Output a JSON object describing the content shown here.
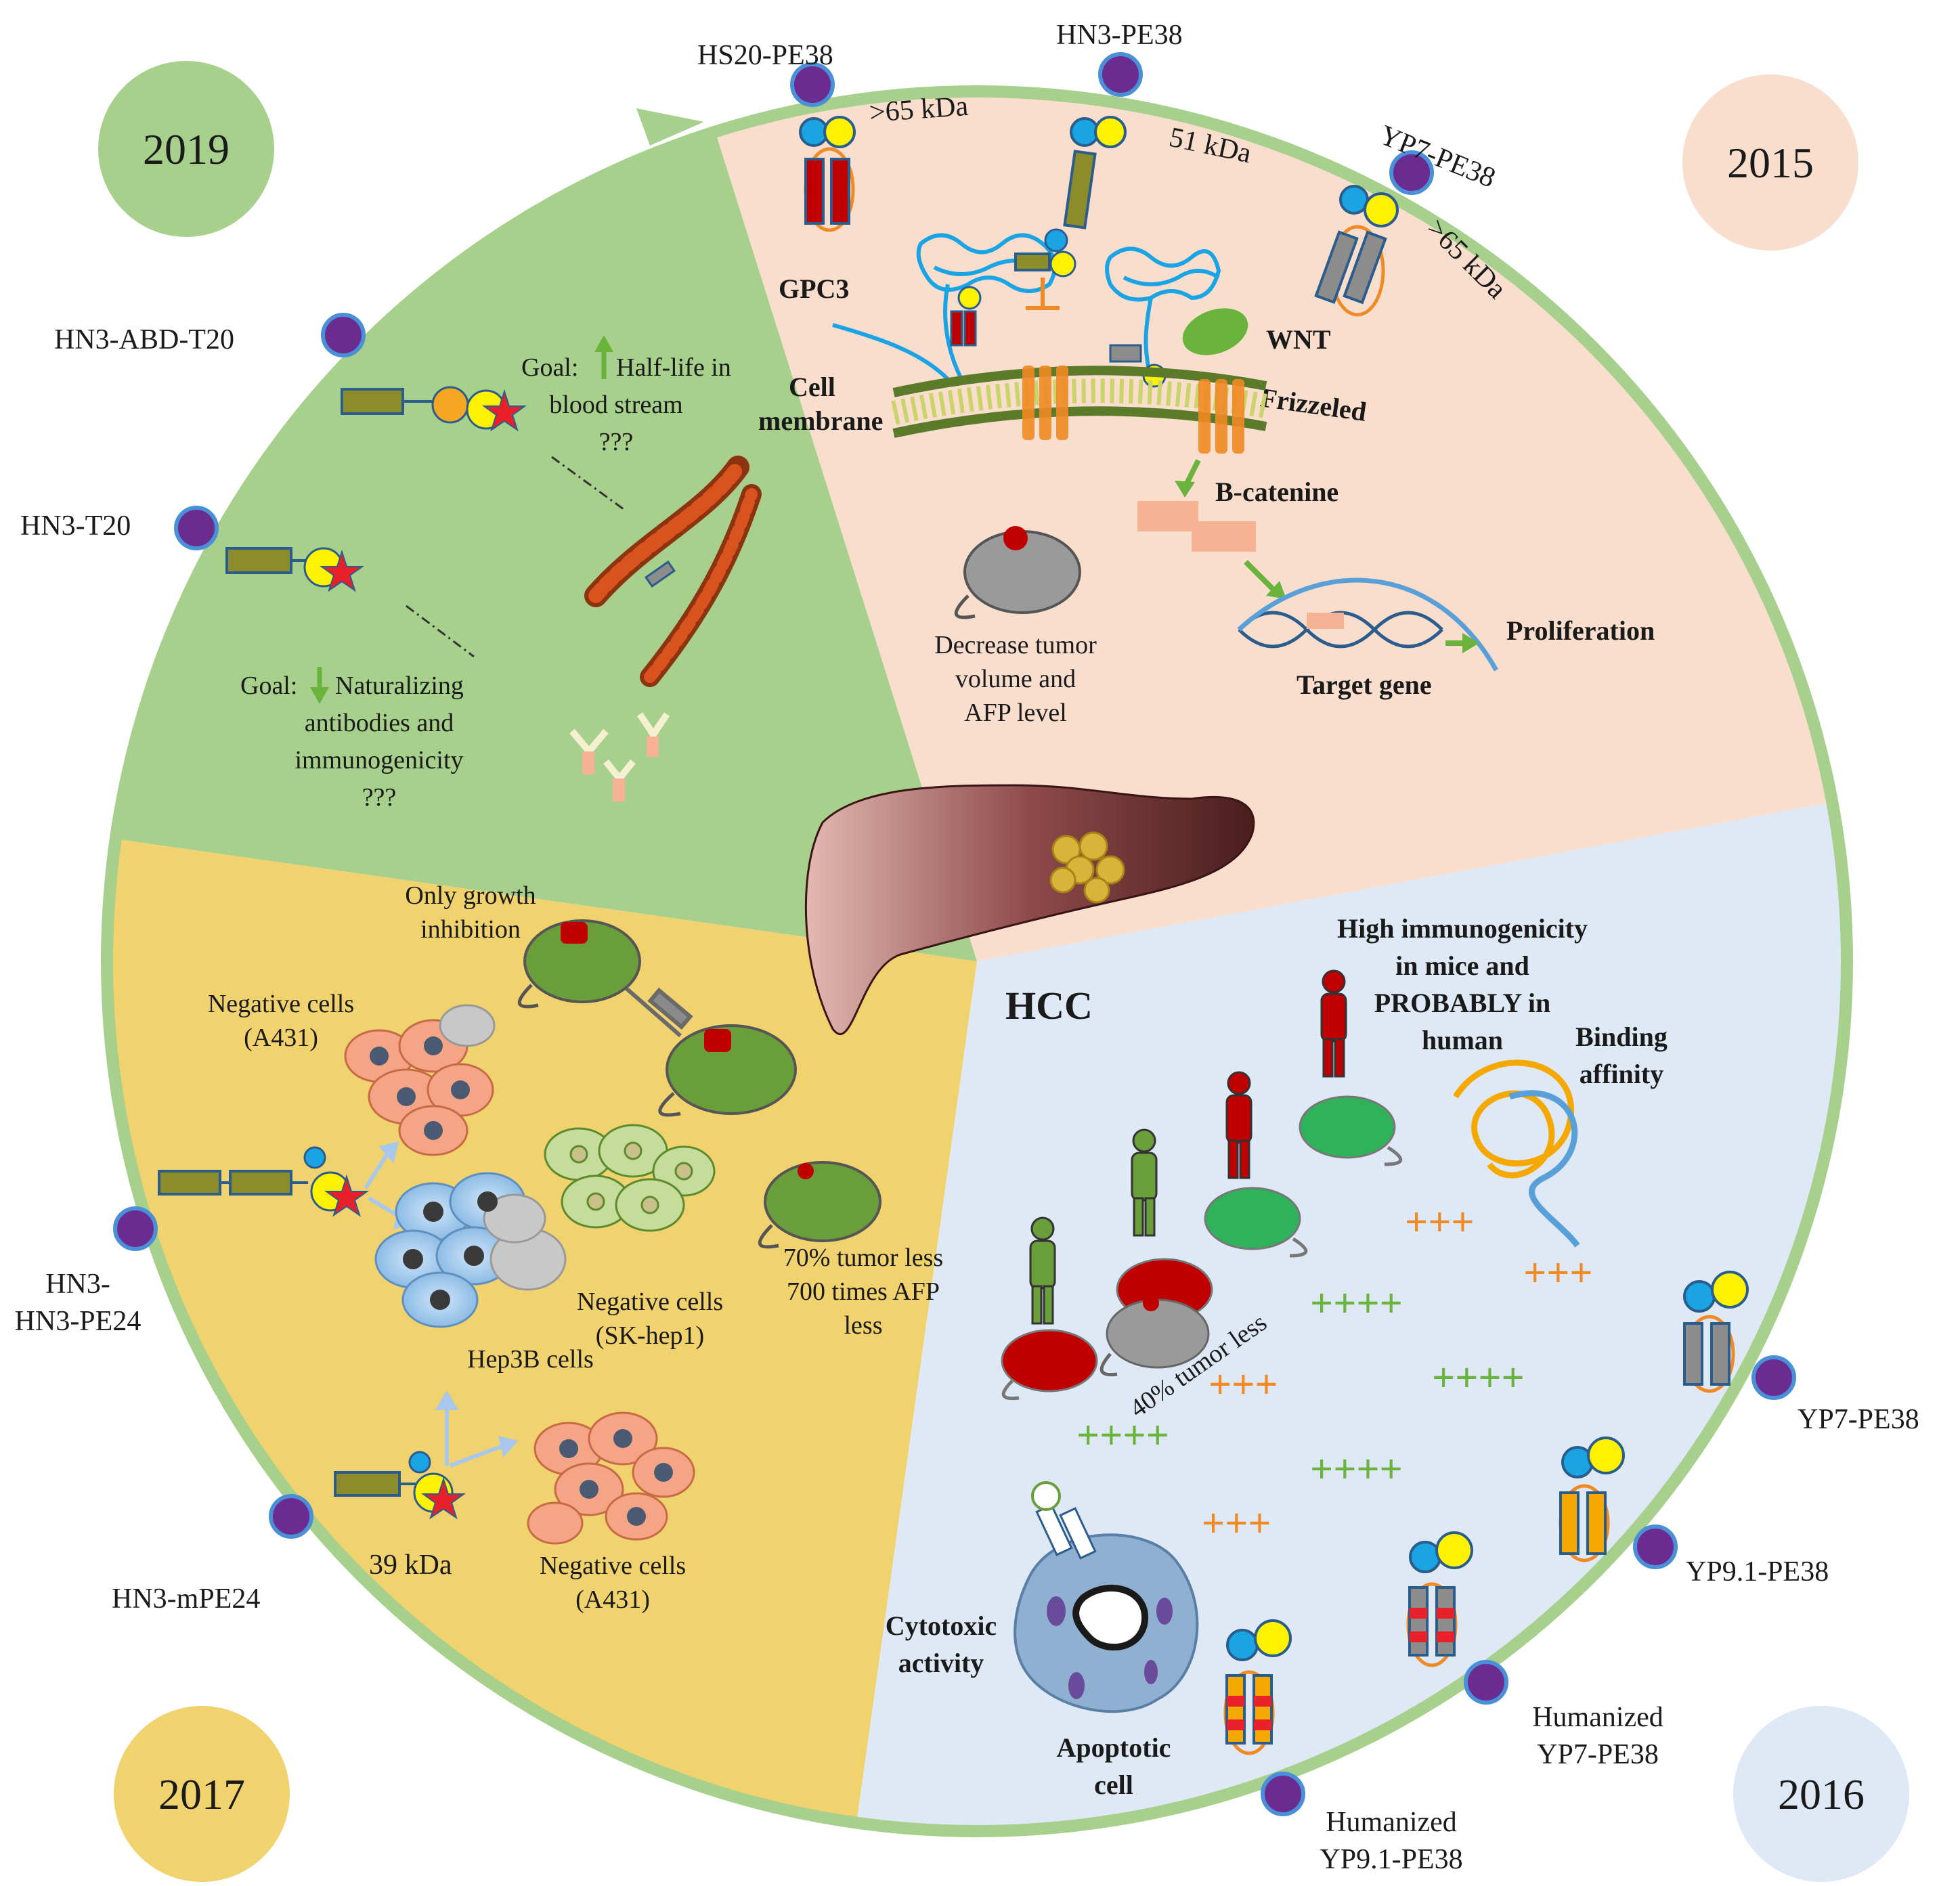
{
  "years": {
    "y2019": "2019",
    "y2015": "2015",
    "y2017": "2017",
    "y2016": "2016"
  },
  "center": {
    "hcc": "HCC"
  },
  "sector_2015": {
    "drugs": {
      "hs20": "HS20-PE38",
      "hn3": "HN3-PE38",
      "yp7": "YP7-PE38"
    },
    "sizes": {
      "hs20": ">65 kDa",
      "hn3": "51 kDa",
      "yp7": ">65 kDa"
    },
    "labels": {
      "gpc3": "GPC3",
      "wnt": "WNT",
      "frizzeled": "Frizzeled",
      "cell": "Cell",
      "membrane": "membrane",
      "bcatenine": "B-catenine",
      "target_gene": "Target gene",
      "proliferation": "Proliferation"
    },
    "effect": [
      "Decrease tumor",
      "volume and",
      "AFP level"
    ]
  },
  "sector_2019": {
    "drugs": {
      "abd": "HN3-ABD-T20",
      "t20": "HN3-T20"
    },
    "goal_halflife": [
      "Goal:",
      "Half-life in",
      "blood stream",
      "???"
    ],
    "goal_neutral": [
      "Goal:",
      "Naturalizing",
      "antibodies and",
      "immunogenicity",
      "???"
    ]
  },
  "sector_2017": {
    "drugs": {
      "hn3hn3": [
        "HN3-",
        "HN3-PE24"
      ],
      "mpe24": "HN3-mPE24"
    },
    "size": "39 kDa",
    "only_growth": [
      "Only growth",
      "inhibition"
    ],
    "neg_a431_top": [
      "Negative cells",
      "(A431)"
    ],
    "neg_skhep": [
      "Negative cells",
      "(SK-hep1)"
    ],
    "neg_a431_bot": [
      "Negative cells",
      "(A431)"
    ],
    "hep3b": "Hep3B cells",
    "result": [
      "70% tumor less",
      "700 times AFP",
      "less"
    ]
  },
  "sector_2016": {
    "drugs": {
      "yp7": "YP7-PE38",
      "yp91": "YP9.1-PE38",
      "hum_yp7": [
        "Humanized",
        "YP7-PE38"
      ],
      "hum_yp91": [
        "Humanized",
        "YP9.1-PE38"
      ]
    },
    "immuno": [
      "High immunogenicity",
      "in mice and",
      "PROBABLY in",
      "human"
    ],
    "binding": [
      "Binding",
      "affinity"
    ],
    "tumor_less": "40% tumor less",
    "cytotoxic": [
      "Cytotoxic",
      "activity"
    ],
    "apoptotic": [
      "Apoptotic",
      "cell"
    ],
    "scores": {
      "p3": "+++",
      "p4": "++++"
    }
  },
  "colors": {
    "s2015": "#f9dece",
    "s2019": "#a8d08d",
    "s2017": "#f0d26e",
    "s2016": "#dee9f5",
    "ring": "#a8d08d",
    "node": "#6a2c91",
    "olive": "#8c8c2b",
    "fab_blue": "#1ba4e4",
    "fab_yellow": "#fff200",
    "red_dom": "#c00000",
    "orange_plus": "#f08a24",
    "green_plus": "#6ab43e",
    "grey_dom": "#8c8c8c"
  }
}
